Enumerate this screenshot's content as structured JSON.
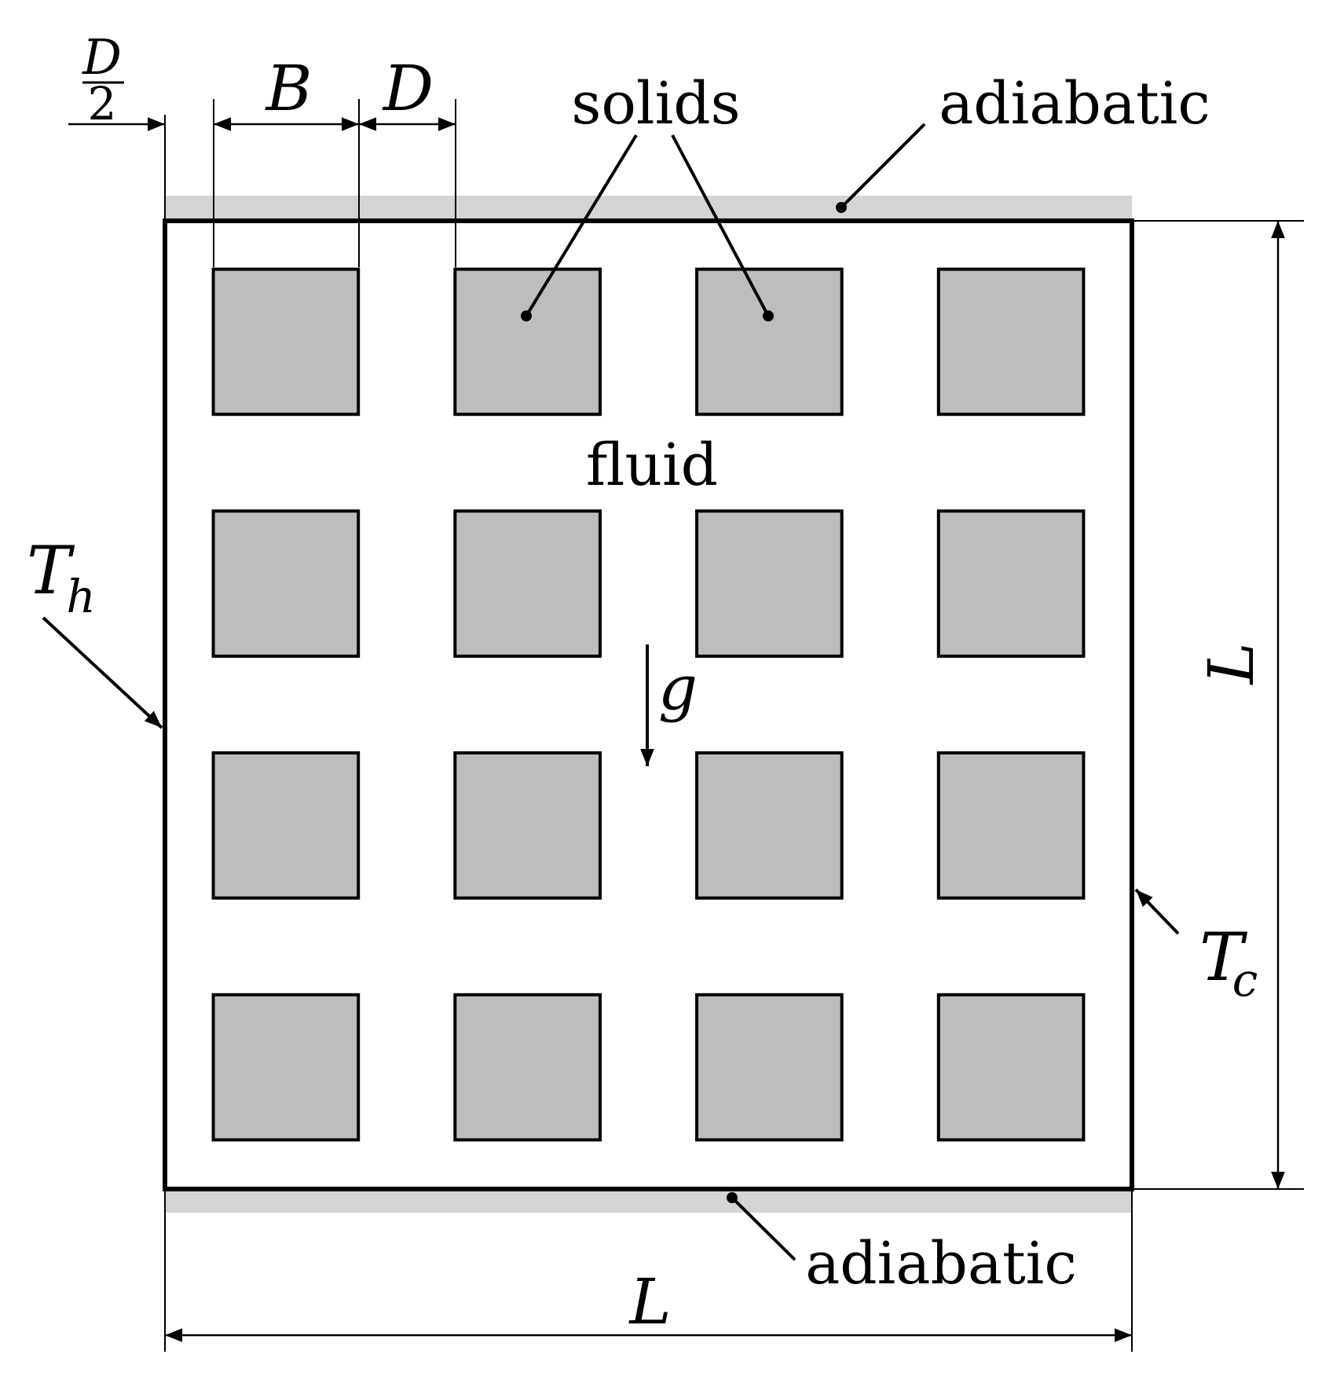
{
  "diagram": {
    "grid": {
      "rows": 4,
      "cols": 4
    },
    "colors": {
      "solid_fill": "#bdbdbd",
      "adiabatic_strip": "#d4d4d4",
      "stroke": "#000000",
      "background": "#ffffff"
    },
    "labels": {
      "solids": "solids",
      "fluid": "fluid",
      "adiabatic_top": "adiabatic",
      "adiabatic_bottom": "adiabatic",
      "gravity": "g",
      "hot_wall": {
        "base": "T",
        "sub": "h"
      },
      "cold_wall": {
        "base": "T",
        "sub": "c"
      },
      "length_horizontal": "L",
      "length_vertical": "L",
      "dim_B": "B",
      "dim_D": "D",
      "dim_half_D": {
        "numerator": "D",
        "denominator": "2"
      }
    }
  }
}
